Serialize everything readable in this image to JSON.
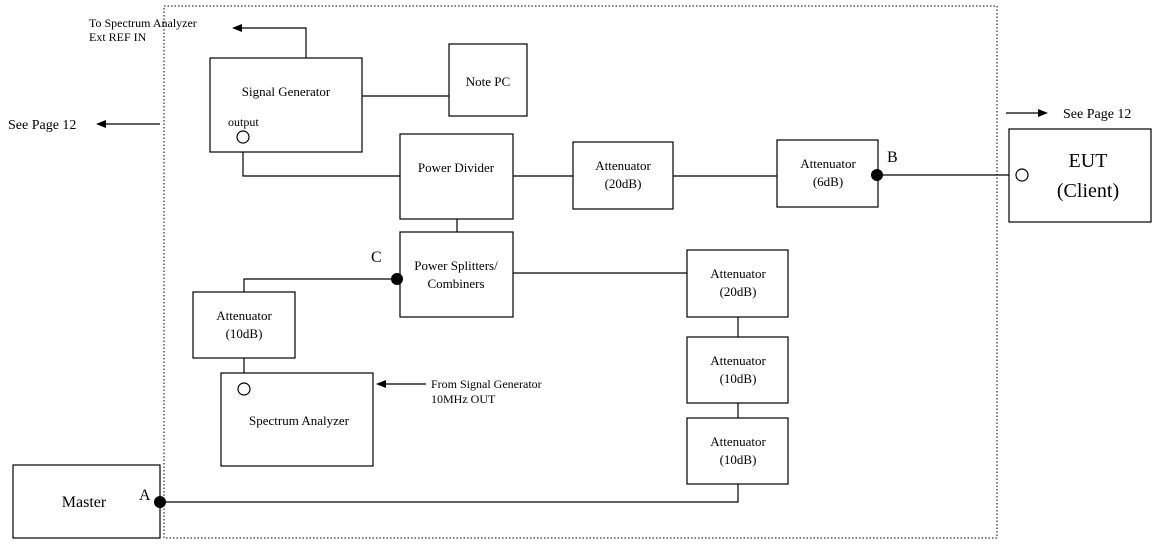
{
  "frame": {
    "ref_note_line1": "To Spectrum Analyzer",
    "ref_note_line2": "Ext REF IN",
    "see_page_left": "See Page 12",
    "see_page_right": "See Page 12",
    "from_sg_line1": "From Signal Generator",
    "from_sg_line2": "10MHz OUT"
  },
  "blocks": {
    "signal_generator": "Signal Generator",
    "output_label": "output",
    "note_pc": "Note PC",
    "power_divider": "Power Divider",
    "att_top_1": {
      "line1": "Attenuator",
      "line2": "(20dB)"
    },
    "att_top_2": {
      "line1": "Attenuator",
      "line2": "(6dB)"
    },
    "eut": {
      "line1": "EUT",
      "line2": "(Client)"
    },
    "power_splitters": {
      "line1": "Power Splitters/",
      "line2": "Combiners"
    },
    "att_left": {
      "line1": "Attenuator",
      "line2": "(10dB)"
    },
    "spectrum_analyzer": "Spectrum Analyzer",
    "att_chain_1": {
      "line1": "Attenuator",
      "line2": "(20dB)"
    },
    "att_chain_2": {
      "line1": "Attenuator",
      "line2": "(10dB)"
    },
    "att_chain_3": {
      "line1": "Attenuator",
      "line2": "(10dB)"
    },
    "master": "Master"
  },
  "points": {
    "a": "A",
    "b": "B",
    "c": "C"
  }
}
